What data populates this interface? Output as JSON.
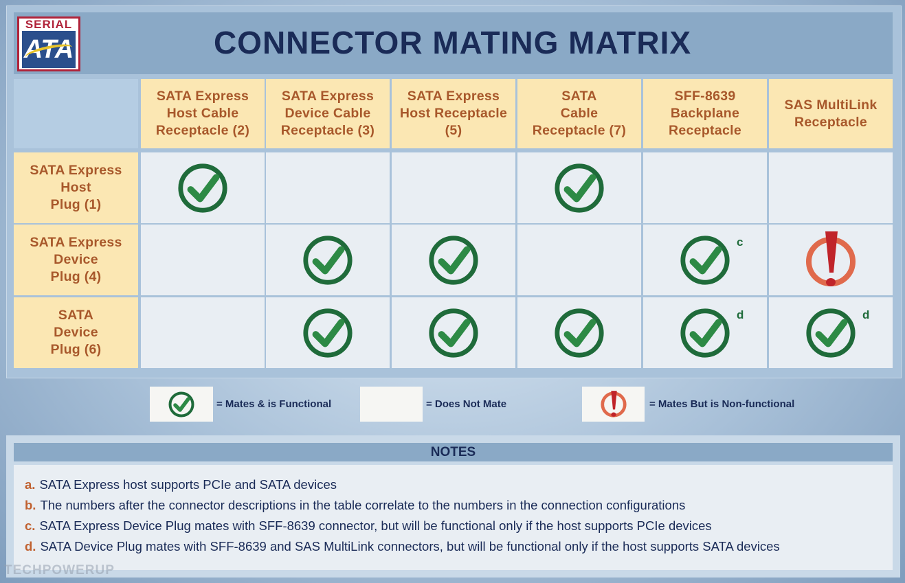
{
  "logo": {
    "top_text": "SERIAL",
    "main_text": "ATA"
  },
  "title": "CONNECTOR MATING MATRIX",
  "columns": [
    "SATA Express\nHost Cable\nReceptacle (2)",
    "SATA Express\nDevice Cable\nReceptacle (3)",
    "SATA Express\nHost Receptacle\n(5)",
    "SATA\nCable\nReceptacle (7)",
    "SFF-8639\nBackplane\nReceptacle",
    "SAS MultiLink\nReceptacle"
  ],
  "rows": [
    {
      "label": "SATA Express\nHost\nPlug (1)",
      "cells": [
        {
          "status": "mates"
        },
        {
          "status": "none"
        },
        {
          "status": "none"
        },
        {
          "status": "mates"
        },
        {
          "status": "none"
        },
        {
          "status": "none"
        }
      ]
    },
    {
      "label": "SATA Express\nDevice\nPlug (4)",
      "cells": [
        {
          "status": "none"
        },
        {
          "status": "mates"
        },
        {
          "status": "mates"
        },
        {
          "status": "none"
        },
        {
          "status": "mates",
          "note": "c"
        },
        {
          "status": "nonfunctional"
        }
      ]
    },
    {
      "label": "SATA\nDevice\nPlug (6)",
      "cells": [
        {
          "status": "none"
        },
        {
          "status": "mates"
        },
        {
          "status": "mates"
        },
        {
          "status": "mates"
        },
        {
          "status": "mates",
          "note": "d"
        },
        {
          "status": "mates",
          "note": "d"
        }
      ]
    }
  ],
  "legend": {
    "mates": "= Mates & is Functional",
    "none": "= Does Not Mate",
    "nonfunctional": "= Mates But is Non-functional"
  },
  "notes": {
    "header": "NOTES",
    "items": [
      {
        "letter": "a.",
        "text": "SATA Express host supports PCIe and SATA devices"
      },
      {
        "letter": "b.",
        "text": "The numbers after the connector descriptions in the table correlate to the numbers in the connection configurations"
      },
      {
        "letter": "c.",
        "text": "SATA Express Device Plug mates with SFF-8639 connector, but will be functional only if the host supports PCIe devices"
      },
      {
        "letter": "d.",
        "text": "SATA Device Plug mates with SFF-8639 and SAS MultiLink connectors, but will be functional only if the host supports SATA devices"
      }
    ]
  },
  "watermark": "TECHPOWERUP",
  "colors": {
    "check": "#1f6b3a",
    "warning_ring": "#e06a4c",
    "warning_mark": "#c0242a",
    "header_bg": "#fbe7b3",
    "header_text": "#a8582b",
    "title_text": "#1a2b57"
  }
}
